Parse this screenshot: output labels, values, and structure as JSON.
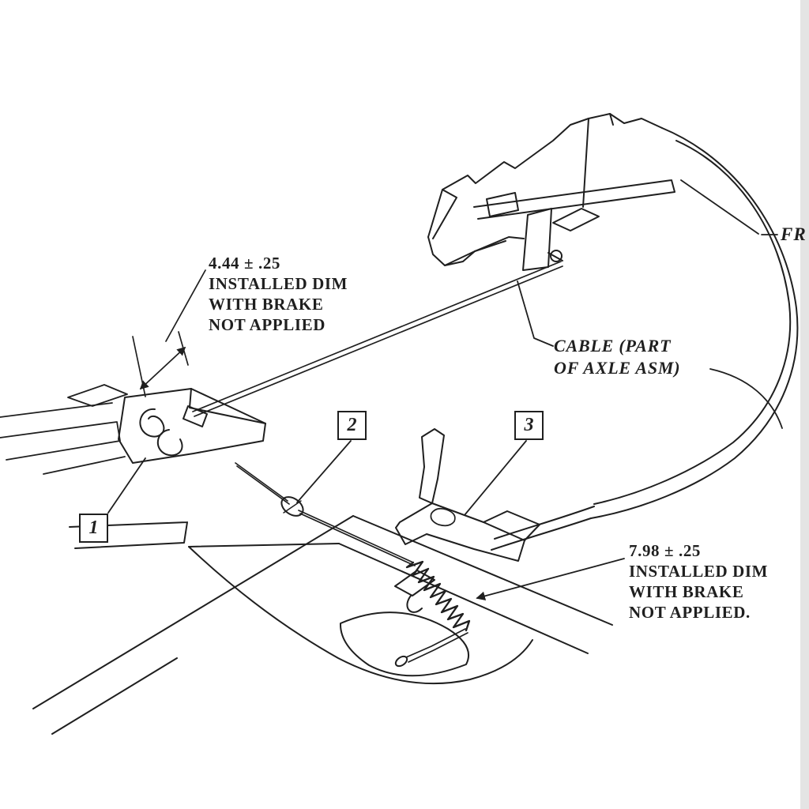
{
  "page": {
    "background": "#ffffff",
    "ink": "#1f1f1f"
  },
  "labels": {
    "dim_left": {
      "value": "4.44 ± .25",
      "desc1": "INSTALLED DIM",
      "desc2": "WITH BRAKE",
      "desc3": "NOT APPLIED"
    },
    "dim_right": {
      "value": "7.98 ± .25",
      "desc1": "INSTALLED DIM",
      "desc2": "WITH BRAKE",
      "desc3": "NOT APPLIED."
    },
    "cable": {
      "line1": "CABLE (PART",
      "line2": "OF AXLE ASM)"
    },
    "front_ref": "FR"
  },
  "callouts": [
    {
      "number": "1"
    },
    {
      "number": "2"
    },
    {
      "number": "3"
    }
  ]
}
